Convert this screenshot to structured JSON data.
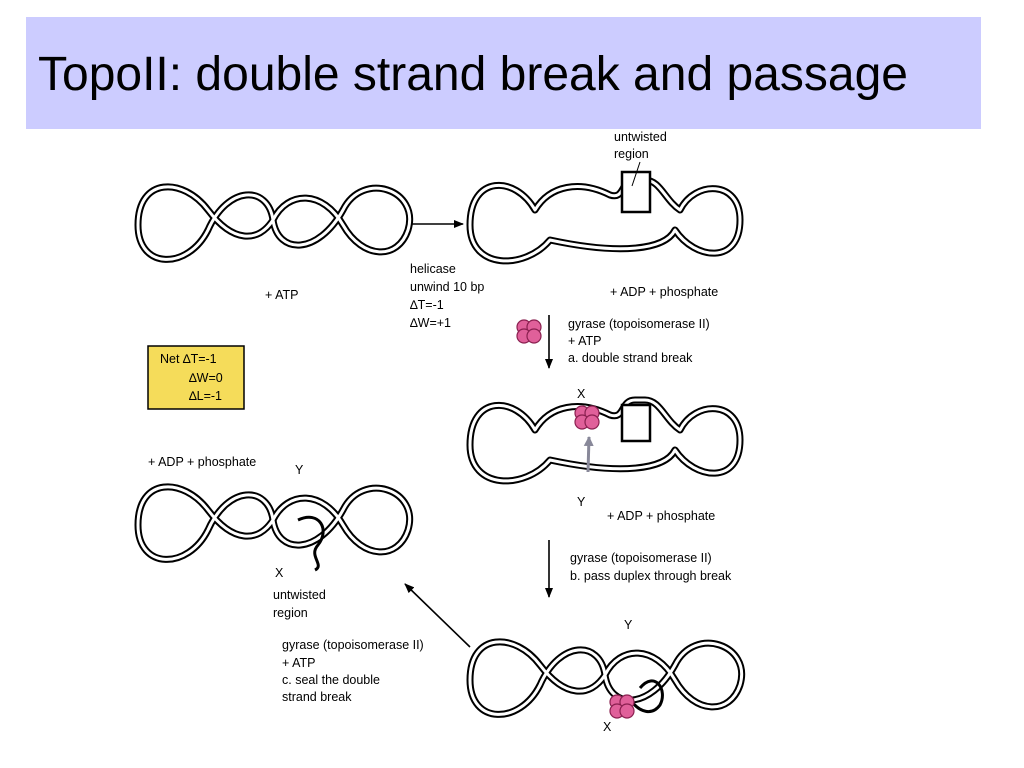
{
  "slide": {
    "title": "TopoII: double strand break and passage"
  },
  "diagram": {
    "step1": {
      "cofactor": "+ ATP"
    },
    "helicase": {
      "label": "helicase",
      "line2": "unwind 10 bp",
      "dT": "∆T=-1",
      "dW": "∆W=+1"
    },
    "step2": {
      "untwisted_line1": "untwisted",
      "untwisted_line2": "region",
      "products": "+ ADP + phosphate"
    },
    "gyrase_a": {
      "line1": "gyrase (topoisomerase II)",
      "line2": "+ ATP",
      "line3": "a. double strand break"
    },
    "net_box": {
      "line1": "Net ∆T=-1",
      "line2": "∆W=0",
      "line3": "∆L=-1"
    },
    "step3": {
      "label_x": "X",
      "label_y": "Y",
      "products": "+ ADP + phosphate"
    },
    "gyrase_b": {
      "line1": "gyrase (topoisomerase II)",
      "line2": "b. pass duplex through break"
    },
    "step4": {
      "label_x": "X",
      "label_y": "Y"
    },
    "gyrase_c": {
      "line1": "gyrase (topoisomerase II)",
      "line2": "+ ATP",
      "line3": "c. seal the double",
      "line4": "strand break"
    },
    "step5": {
      "products": "+ ADP + phosphate",
      "label_x": "X",
      "label_y": "Y",
      "untwisted_line1": "untwisted",
      "untwisted_line2": "region"
    },
    "colors": {
      "title_background": "#ccccff",
      "net_box_fill": "#f5dc5a",
      "enzyme": "#e0609a",
      "strand": "#000000",
      "arrow_gray": "#888899"
    }
  }
}
